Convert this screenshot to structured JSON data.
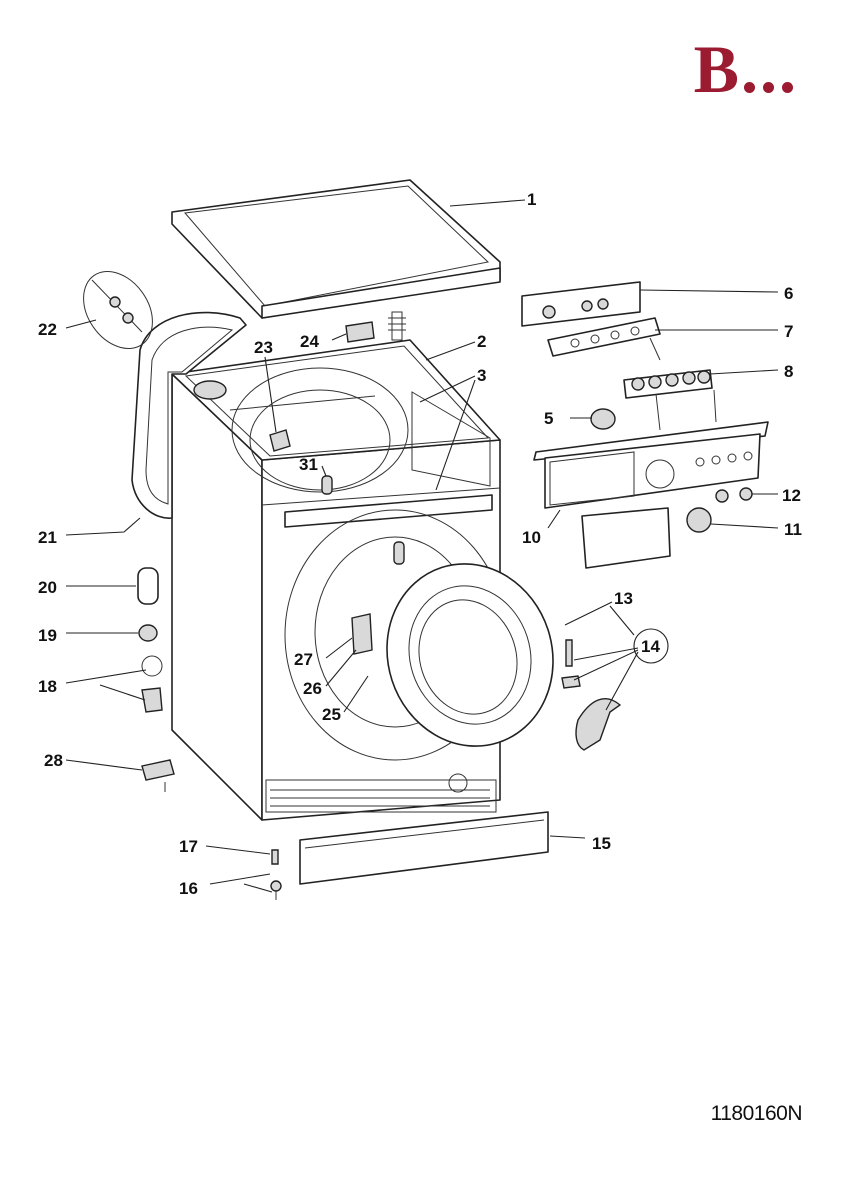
{
  "header": {
    "section_letter": "B...",
    "section_color": "#9b1b30"
  },
  "footer": {
    "reference_code": "1180160N"
  },
  "callouts": {
    "c1": "1",
    "c2": "2",
    "c3": "3",
    "c5": "5",
    "c6": "6",
    "c7": "7",
    "c8": "8",
    "c10": "10",
    "c11": "11",
    "c12": "12",
    "c13": "13",
    "c14": "14",
    "c15": "15",
    "c16": "16",
    "c17": "17",
    "c18": "18",
    "c19": "19",
    "c20": "20",
    "c21": "21",
    "c22": "22",
    "c23": "23",
    "c24": "24",
    "c25": "25",
    "c26": "26",
    "c27": "27",
    "c28": "28",
    "c31": "31"
  }
}
